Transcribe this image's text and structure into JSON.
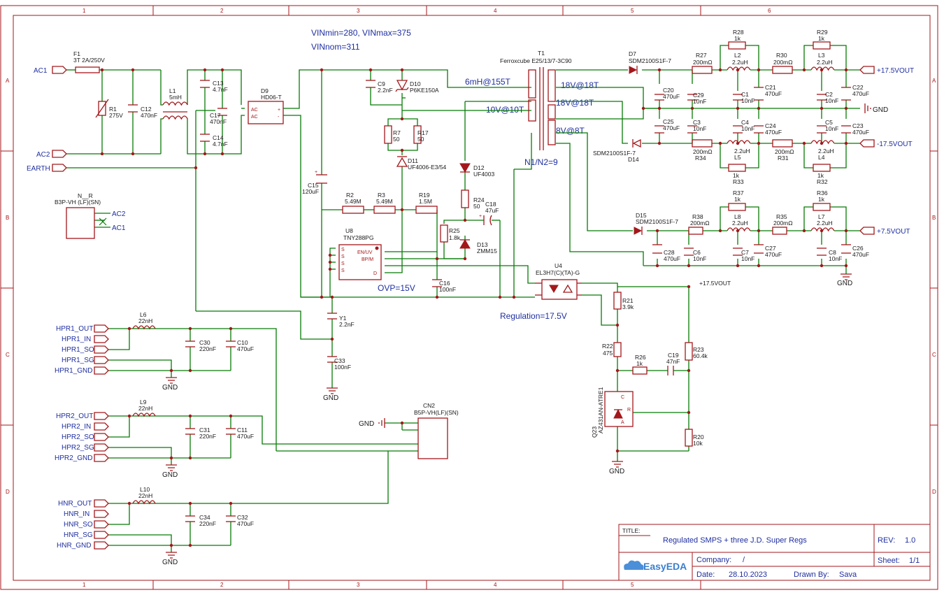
{
  "title_block": {
    "title_label": "TITLE:",
    "title": "Regulated SMPS + three J.D. Super Regs",
    "rev_label": "REV:",
    "rev": "1.0",
    "company_label": "Company:",
    "company": "/",
    "sheet_label": "Sheet:",
    "sheet": "1/1",
    "date_label": "Date:",
    "date": "28.10.2023",
    "drawn_label": "Drawn By:",
    "drawn_by": "Sava",
    "logo": "EasyEDA"
  },
  "notes": {
    "vin_range": "VINmin=280, VINmax=375",
    "vin_nom": "VINnom=311",
    "ovp": "OVP=15V",
    "regulation": "Regulation=17.5V",
    "ratio": "N1/N2=9",
    "primary": "6mH@155T",
    "aux": "10V@10T",
    "sec1": "18V@18T",
    "sec2": "18V@18T",
    "sec3": "8V@8T"
  },
  "ports": {
    "ac1": "AC1",
    "ac2": "AC2",
    "earth": "EARTH",
    "out_p": "+17.5VOUT",
    "out_n": "-17.5VOUT",
    "out_7": "+7.5VOUT",
    "gnd": "GND",
    "hpr1": [
      "HPR1_OUT",
      "HPR1_IN",
      "HPR1_SO",
      "HPR1_SG",
      "HPR1_GND"
    ],
    "hpr2": [
      "HPR2_OUT",
      "HPR2_IN",
      "HPR2_SO",
      "HPR2_SG",
      "HPR2_GND"
    ],
    "hnr": [
      "HNR_OUT",
      "HNR_IN",
      "HNR_SO",
      "HNR_SG",
      "HNR_GND"
    ]
  },
  "components": {
    "f1": [
      "F1",
      "3T 2A/250V"
    ],
    "r1": [
      "R1",
      "275V"
    ],
    "c12": [
      "C12",
      "470nF"
    ],
    "l1": [
      "L1",
      "5mH"
    ],
    "c13": [
      "C13",
      "4.7nF"
    ],
    "c17": [
      "C17",
      "470nF"
    ],
    "c14": [
      "C14",
      "4.7nF"
    ],
    "d9": [
      "D9",
      "HD06-T"
    ],
    "c9": [
      "C9",
      "2.2nF"
    ],
    "d10": [
      "D10",
      "P6KE150A"
    ],
    "r7": [
      "R7",
      "50"
    ],
    "r17": [
      "R17",
      "50"
    ],
    "d11": [
      "D11",
      "UF4006-E3/54"
    ],
    "t1": [
      "T1",
      "Ferroxcube E25/13/7-3C90"
    ],
    "d12": [
      "D12",
      "UF4003"
    ],
    "r24": [
      "R24",
      "50"
    ],
    "c18": [
      "C18",
      "47uF"
    ],
    "r25": [
      "R25",
      "1.8k"
    ],
    "d13": [
      "D13",
      "ZMM15"
    ],
    "c15": [
      "C15",
      "120uF"
    ],
    "r2": [
      "R2",
      "5.49M"
    ],
    "r3": [
      "R3",
      "5.49M"
    ],
    "r19": [
      "R19",
      "1.5M"
    ],
    "u8": [
      "U8",
      "TNY288PG"
    ],
    "c16": [
      "C16",
      "100nF"
    ],
    "y1": [
      "Y1",
      "2.2nF"
    ],
    "c33": [
      "C33",
      "100nF"
    ],
    "u4": [
      "U4",
      "EL3H7(C)(TA)-G"
    ],
    "r21": [
      "R21",
      "3.9k"
    ],
    "r22": [
      "R22",
      "475"
    ],
    "r26": [
      "R26",
      "1k"
    ],
    "c19": [
      "C19",
      "47nF"
    ],
    "r23": [
      "R23",
      "60.4k"
    ],
    "r20": [
      "R20",
      "10k"
    ],
    "q23": [
      "Q23",
      "AZ431AN-ATRE1"
    ],
    "d7": [
      "D7",
      "SDM2100S1F-7"
    ],
    "d14": [
      "D14",
      "SDM2100S1F-7"
    ],
    "d15": [
      "D15",
      "SDM2100S1F-7"
    ],
    "c20": [
      "C20",
      "470uF"
    ],
    "c29": [
      "C29",
      "10nF"
    ],
    "c25": [
      "C25",
      "470uF"
    ],
    "c3": [
      "C3",
      "10nF"
    ],
    "r27": [
      "R27",
      "200mΩ"
    ],
    "r34": [
      "R34",
      "200mΩ"
    ],
    "r28": [
      "R28",
      "1k"
    ],
    "r33": [
      "R33",
      "1k"
    ],
    "l2": [
      "L2",
      "2.2uH"
    ],
    "l5": [
      "L5",
      "2.2uH"
    ],
    "c1": [
      "C1",
      "10nF"
    ],
    "c21": [
      "C21",
      "470uF"
    ],
    "c4": [
      "C4",
      "10nF"
    ],
    "c24": [
      "C24",
      "470uF"
    ],
    "r30": [
      "R30",
      "200mΩ"
    ],
    "r31": [
      "R31",
      "200mΩ"
    ],
    "r29": [
      "R29",
      "1k"
    ],
    "r32": [
      "R32",
      "1k"
    ],
    "l3": [
      "L3",
      "2.2uH"
    ],
    "l4": [
      "L4",
      "2.2uH"
    ],
    "c2": [
      "C2",
      "10nF"
    ],
    "c22": [
      "C22",
      "470uF"
    ],
    "c5": [
      "C5",
      "10nF"
    ],
    "c23": [
      "C23",
      "470uF"
    ],
    "r38": [
      "R38",
      "200mΩ"
    ],
    "r37": [
      "R37",
      "1k"
    ],
    "l8": [
      "L8",
      "2.2uH"
    ],
    "r35": [
      "R35",
      "200mΩ"
    ],
    "r36": [
      "R36",
      "1k"
    ],
    "l7": [
      "L7",
      "2.2uH"
    ],
    "c28": [
      "C28",
      "470uF"
    ],
    "c6": [
      "C6",
      "10nF"
    ],
    "c7": [
      "C7",
      "10nF"
    ],
    "c27": [
      "C27",
      "470uF"
    ],
    "c8": [
      "C8",
      "10nF"
    ],
    "c26": [
      "C26",
      "470uF"
    ],
    "n_r": [
      "N__R",
      "B3P-VH (LF)(SN)"
    ],
    "cn2": [
      "CN2",
      "B5P-VH(LF)(SN)"
    ],
    "l6": [
      "L6",
      "22nH"
    ],
    "c30": [
      "C30",
      "220nF"
    ],
    "c10": [
      "C10",
      "470uF"
    ],
    "l9": [
      "L9",
      "22nH"
    ],
    "c31": [
      "C31",
      "220nF"
    ],
    "c11": [
      "C11",
      "470uF"
    ],
    "l10": [
      "L10",
      "22nH"
    ],
    "c34": [
      "C34",
      "220nF"
    ],
    "c32": [
      "C32",
      "470uF"
    ]
  },
  "pin_labels": {
    "d9_ac1": "AC",
    "d9_ac2": "AC",
    "d9_plus": "+",
    "d9_minus": "-",
    "u8_s": "S",
    "u8_en": "EN/UV",
    "u8_bp": "BP/M",
    "u8_d": "D",
    "q23_c": "C",
    "q23_r": "R",
    "q23_a": "A"
  },
  "grid": {
    "cols": [
      "1",
      "2",
      "3",
      "4",
      "5",
      "6"
    ],
    "rows": [
      "A",
      "B",
      "C",
      "D"
    ]
  }
}
